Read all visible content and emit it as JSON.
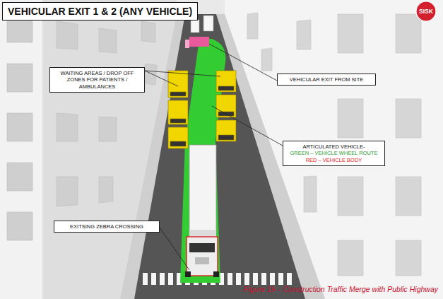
{
  "diagram": {
    "title": "VEHICULAR EXIT 1 & 2 (ANY VEHICLE)",
    "caption": "Figure 19 – Construction Traffic Merge with Public Highway",
    "nodes": [
      {
        "text": [
          "WAITING AREAS / DROP OFF ZONES FOR PATIENTS / AMBULANCES"
        ]
      },
      {
        "text": [
          "VEHICULAR EXIT FROM SITE"
        ]
      },
      {
        "text": [
          "ARTICULATED VEHICLE-",
          "GREEN – VEHICLE WHEEL ROUTE",
          "RED – VEHICLE BODY"
        ]
      },
      {
        "text": [
          "EXITSING ZEBRA CROSSING"
        ]
      }
    ],
    "labels": [
      "SISK"
    ]
  }
}
